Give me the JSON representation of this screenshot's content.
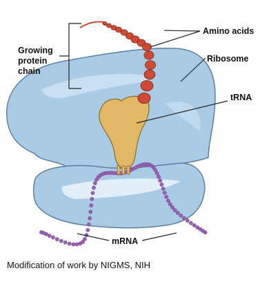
{
  "labels": {
    "amino_acids": "Amino acids",
    "ribosome": "Ribosome",
    "trna": "tRNA",
    "mrna": "mRNA",
    "growing_chain_line1": "Growing",
    "growing_chain_line2": "protein",
    "growing_chain_line3": "chain"
  },
  "credit": "Modification of work by NIGMS, NIH",
  "colors": {
    "ribosome_fill": "#a9cbe6",
    "ribosome_stroke": "#5b7f9d",
    "ribosome_highlight": "#d6e8f5",
    "trna_fill": "#e1b865",
    "trna_stroke": "#8a6a28",
    "amino_acid": "#cf4a34",
    "mrna_bead": "#9b5fb5"
  }
}
